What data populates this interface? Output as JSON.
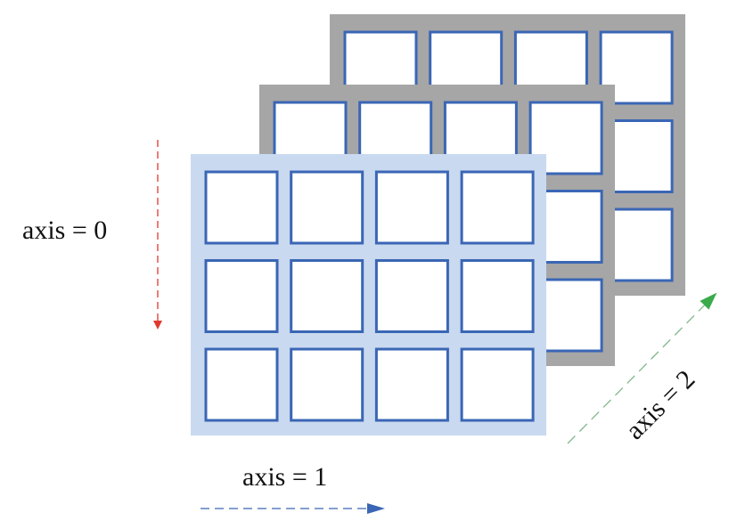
{
  "diagram": {
    "grid": {
      "rows": 3,
      "cols": 4
    },
    "layers": [
      {
        "name": "back",
        "fill": "#a6a6a6"
      },
      {
        "name": "middle",
        "fill": "#a6a6a6"
      },
      {
        "name": "front",
        "fill": "#c9d9ef"
      }
    ],
    "cell_stroke": "#3a66b5",
    "cell_fill": "#ffffff",
    "axes": [
      {
        "label": "axis = 0",
        "color": "#e03a2e"
      },
      {
        "label": "axis = 1",
        "color": "#3a66b5"
      },
      {
        "label": "axis = 2",
        "color": "#3aaa4a"
      }
    ]
  }
}
